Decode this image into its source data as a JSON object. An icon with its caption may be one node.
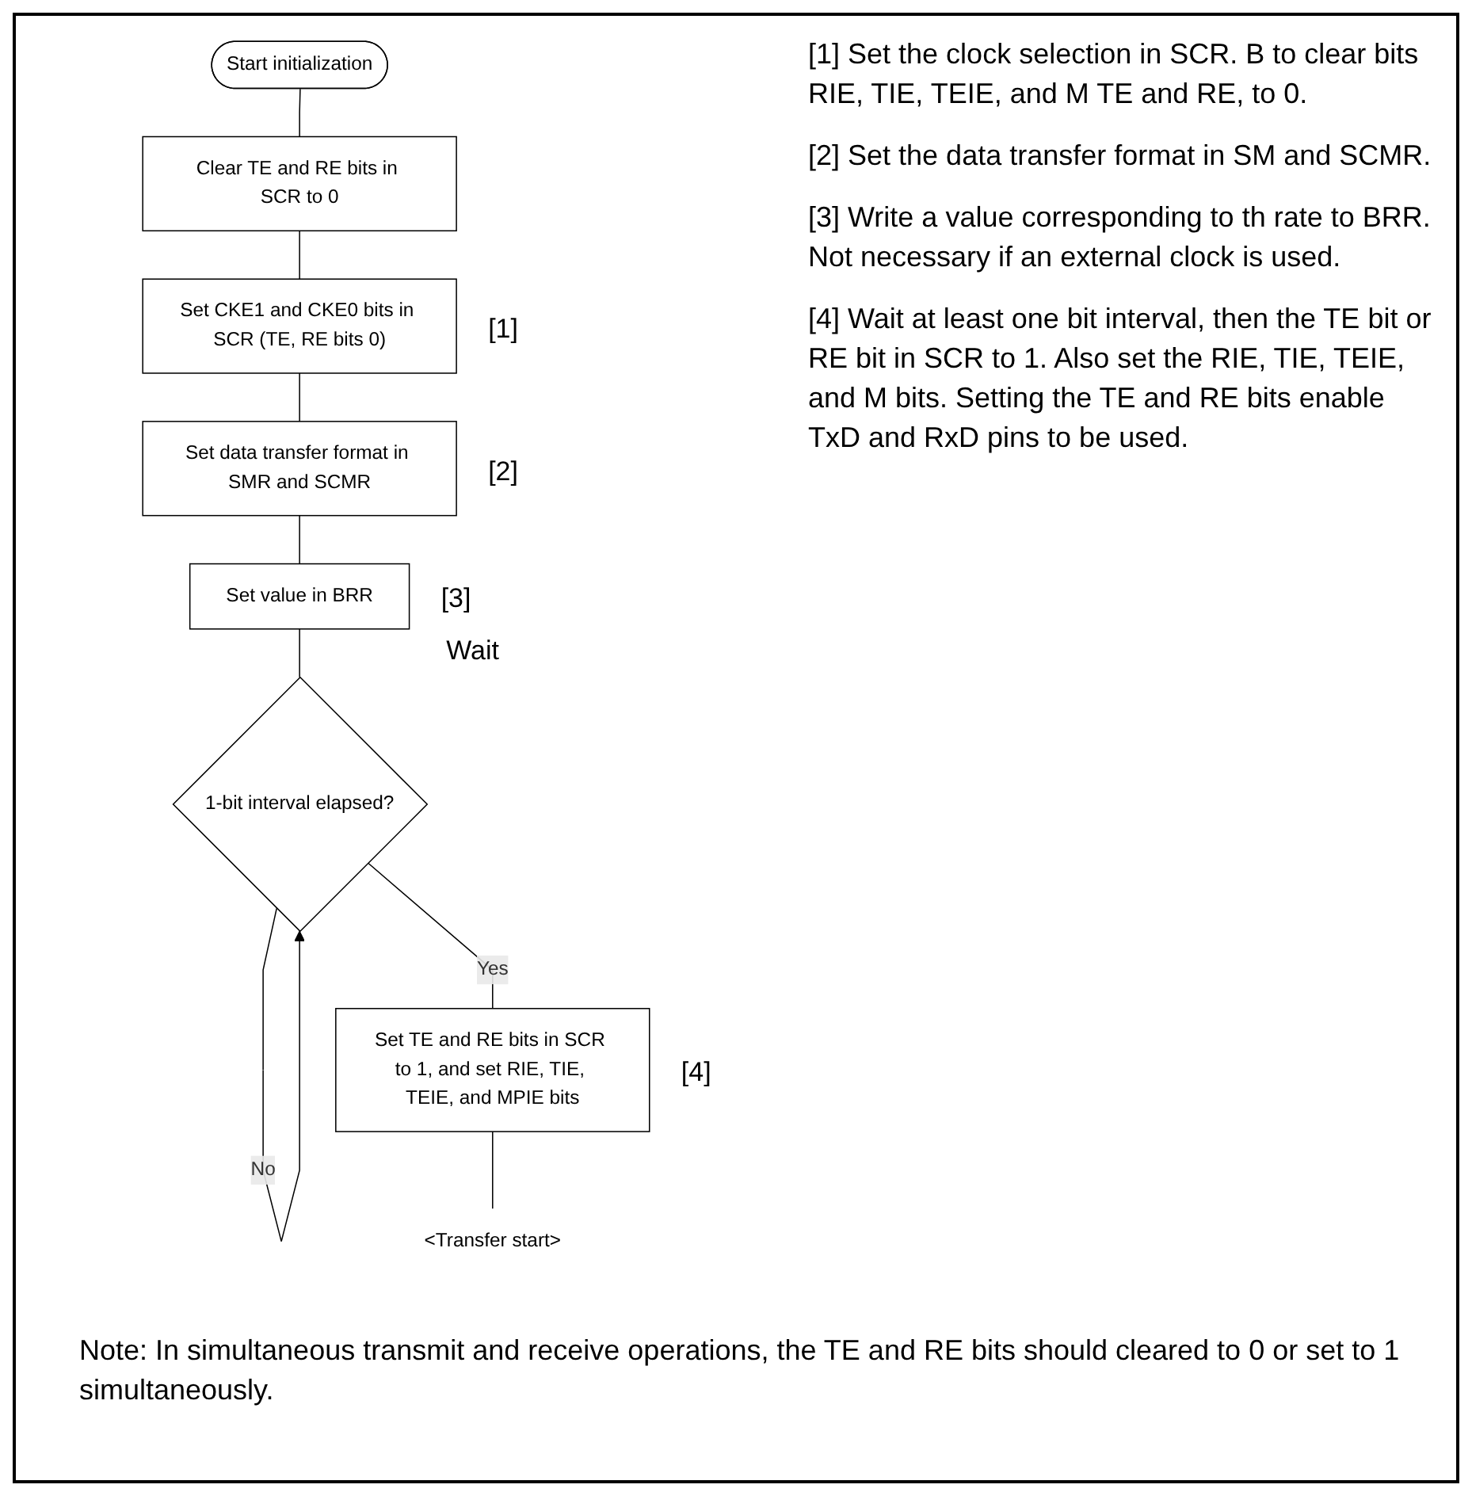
{
  "diagram": {
    "nodes": [
      {
        "text": [
          "Start initialization"
        ]
      },
      {
        "text": [
          "Clear TE and RE bits in SCR to 0"
        ]
      },
      {
        "text": [
          "Set CKE1 and CKE0 bits in SCR (TE, RE bits 0)"
        ],
        "beside": [
          "[1]"
        ]
      },
      {
        "text": [
          "Set data transfer format in SMR and SCMR"
        ],
        "beside": [
          "[2]"
        ]
      },
      {
        "text": [
          "Set value in BRR"
        ],
        "beside": [
          "[3]"
        ]
      },
      {
        "text": [
          "1-bit interval elapsed?"
        ]
      },
      {
        "text": [
          "Set TE and RE bits in SCR to 1, and set RIE, TIE, TEIE, and MPIE bits"
        ],
        "beside": [
          "[4]"
        ]
      },
      {
        "text": [
          "<Transfer start>"
        ]
      }
    ],
    "edges": [
      {
        "from": 0,
        "to": 1,
        "arrow": "none"
      },
      {
        "from": 1,
        "to": 2,
        "arrow": "none"
      },
      {
        "from": 2,
        "to": 3,
        "arrow": "none"
      },
      {
        "from": 3,
        "to": 4,
        "arrow": "none"
      },
      {
        "from": 4,
        "to": 5,
        "arrow": "none"
      },
      {
        "from": 5,
        "to": 5,
        "arrow": "to",
        "label": "No"
      },
      {
        "from": 5,
        "to": 6,
        "arrow": "none",
        "label": "Yes"
      },
      {
        "from": 6,
        "to": 7,
        "arrow": "none"
      }
    ],
    "labels": [
      "[1] Set the clock selection in SCR. B to clear bits RIE, TIE, TEIE, and M TE and RE, to 0.",
      "[2] Set the data transfer format in SM and SCMR.",
      "[3] Write a value corresponding to th rate to BRR. Not necessary if an external clock is used.",
      "[4] Wait at least one bit interval, then the TE bit or RE bit in SCR to 1. Also set the RIE, TIE, TEIE, and M bits. Setting the TE and RE bits enable TxD and RxD pins to be used.",
      "Wait",
      "Note: In simultaneous transmit and receive operations, the TE and RE bits should cleared to 0 or set to 1 simultaneously."
    ]
  }
}
